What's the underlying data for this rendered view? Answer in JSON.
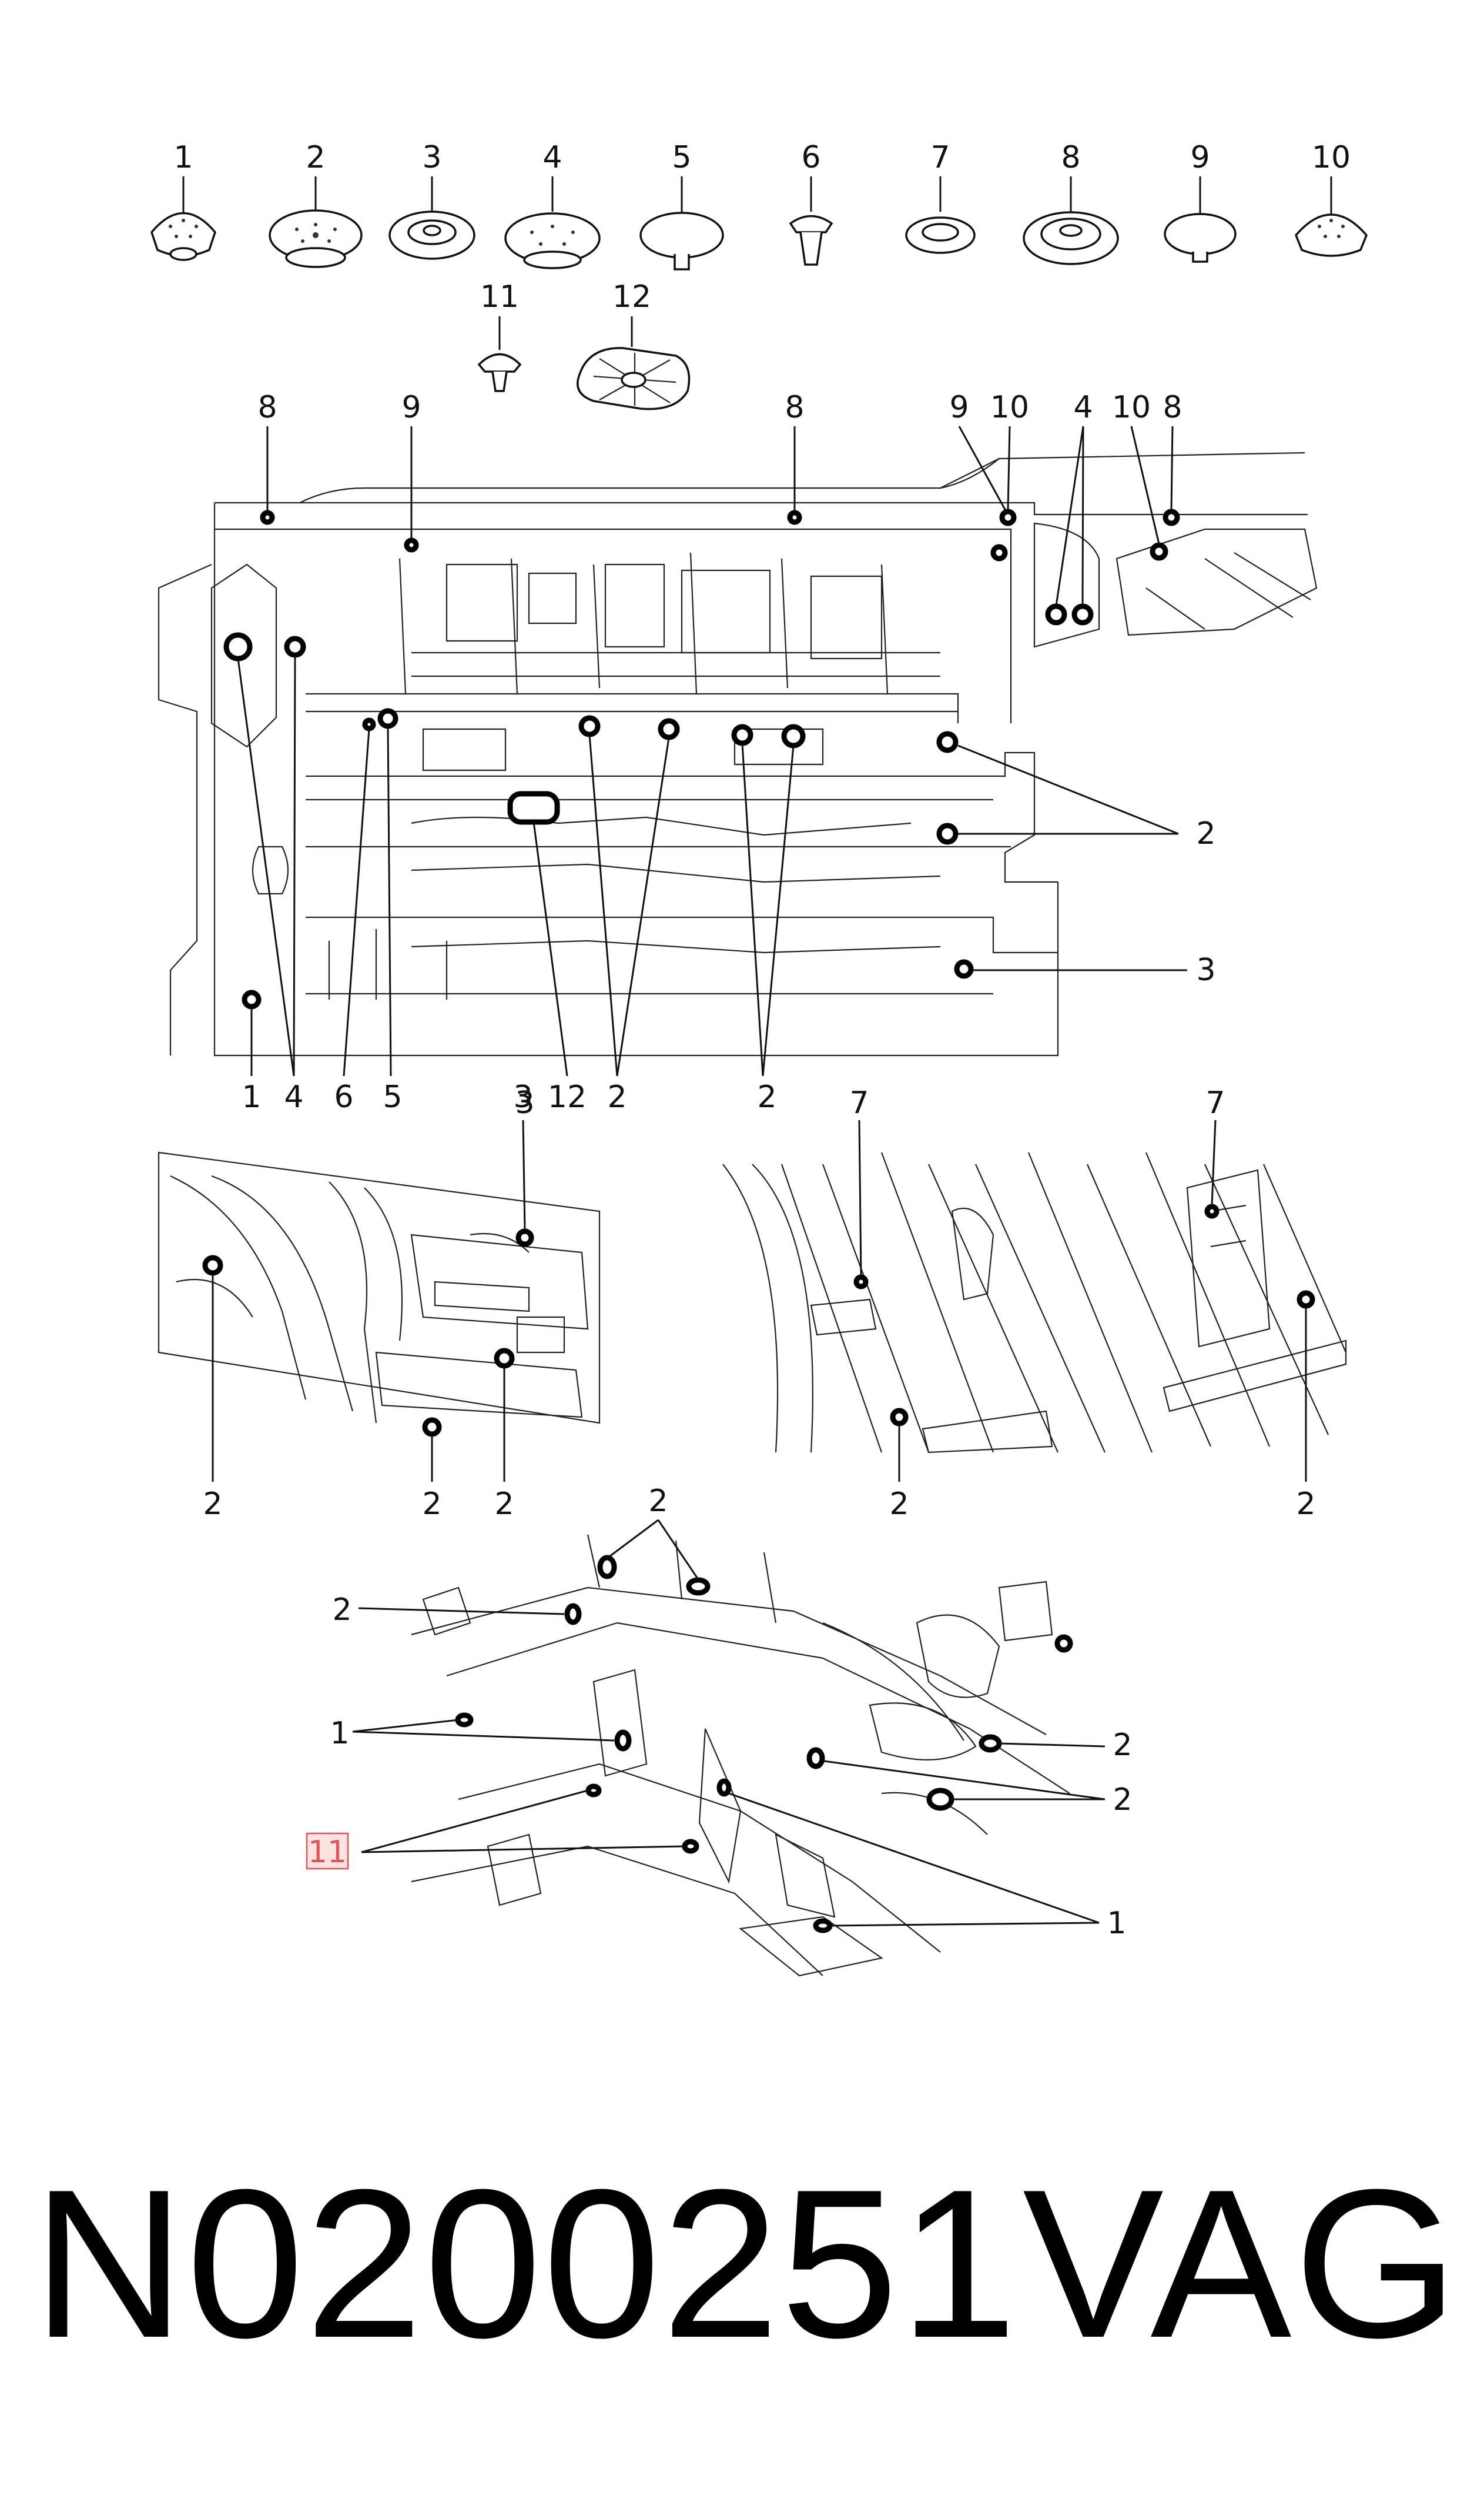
{
  "part_number": "N0200251",
  "brand": "VAG",
  "highlighted_label": "11",
  "colors": {
    "highlight_fill": "#fde2e2",
    "highlight_border": "#e05555",
    "line": "#111111"
  },
  "legend": {
    "items": [
      {
        "label": "1"
      },
      {
        "label": "2"
      },
      {
        "label": "3"
      },
      {
        "label": "4"
      },
      {
        "label": "5"
      },
      {
        "label": "6"
      },
      {
        "label": "7"
      },
      {
        "label": "8"
      },
      {
        "label": "9"
      },
      {
        "label": "10"
      },
      {
        "label": "11"
      },
      {
        "label": "12"
      }
    ]
  },
  "callouts": {
    "top_view": {
      "top": [
        "8",
        "9",
        "8",
        "9",
        "10",
        "4",
        "10",
        "8"
      ],
      "bottom": [
        "1",
        "4",
        "6",
        "5",
        "3",
        "12",
        "2",
        "2"
      ],
      "right": [
        "2",
        "3"
      ]
    },
    "left_view": {
      "top": [
        "3"
      ],
      "bottom": [
        "2",
        "2",
        "2"
      ]
    },
    "right_view": {
      "top": [
        "7",
        "7"
      ],
      "bottom": [
        "2",
        "2"
      ]
    },
    "under_view": {
      "labels": [
        "2",
        "2",
        "1",
        "11",
        "2",
        "2",
        "1"
      ]
    }
  }
}
